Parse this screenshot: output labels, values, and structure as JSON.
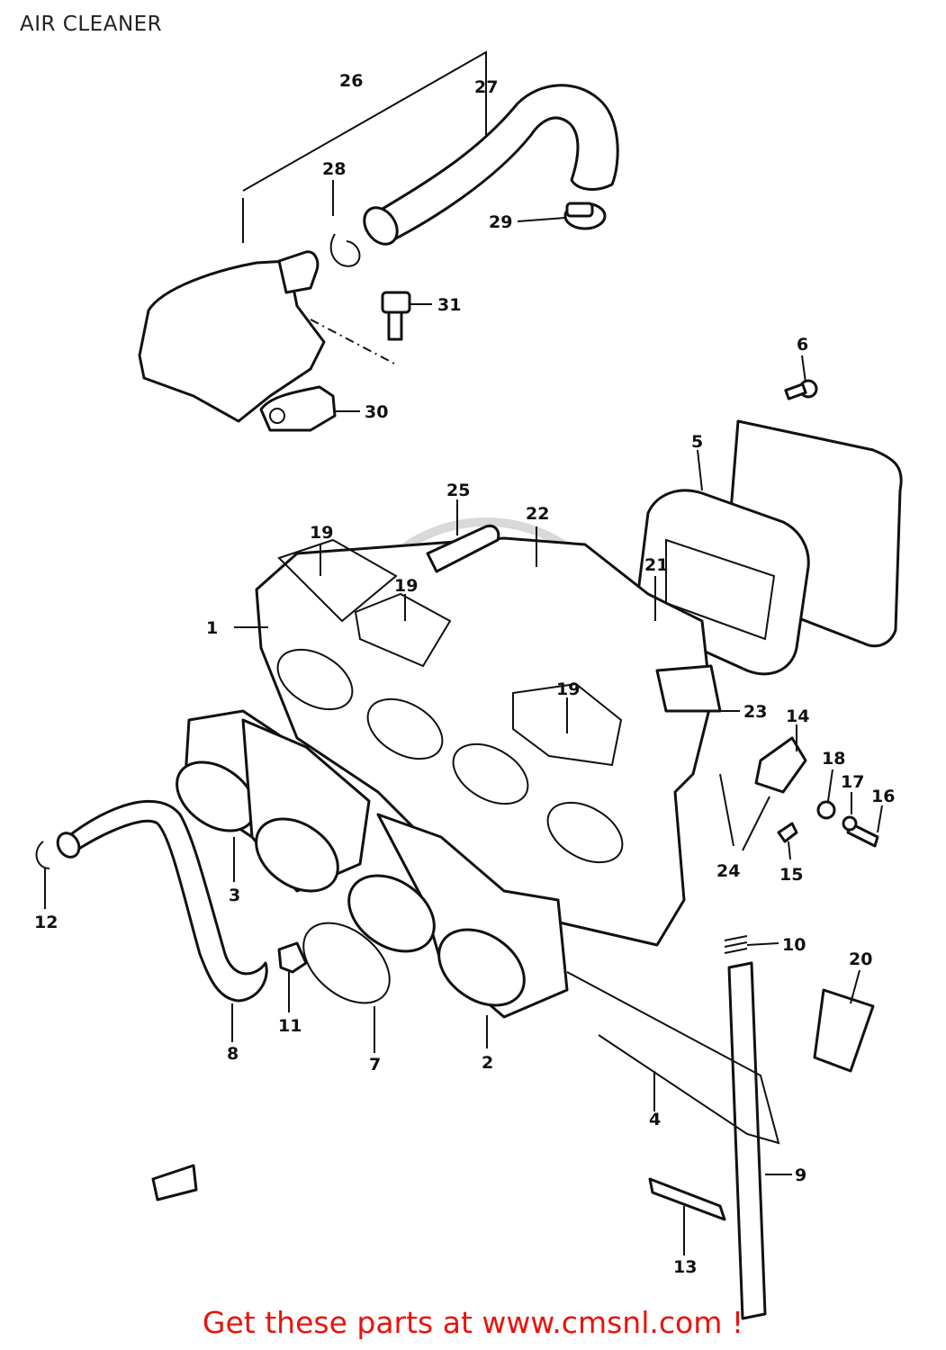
{
  "title": "AIR CLEANER",
  "footer": "Get these parts at www.cmsnl.com !",
  "colors": {
    "footer_text": "#e8140c",
    "line_art": "#111111",
    "watermark": "#d9d9d9"
  },
  "callouts": [
    {
      "key": "1",
      "label": "1"
    },
    {
      "key": "2",
      "label": "2"
    },
    {
      "key": "3",
      "label": "3"
    },
    {
      "key": "4",
      "label": "4"
    },
    {
      "key": "5",
      "label": "5"
    },
    {
      "key": "6",
      "label": "6"
    },
    {
      "key": "7",
      "label": "7"
    },
    {
      "key": "8",
      "label": "8"
    },
    {
      "key": "9",
      "label": "9"
    },
    {
      "key": "10",
      "label": "10"
    },
    {
      "key": "11",
      "label": "11"
    },
    {
      "key": "12",
      "label": "12"
    },
    {
      "key": "13",
      "label": "13"
    },
    {
      "key": "14",
      "label": "14"
    },
    {
      "key": "15",
      "label": "15"
    },
    {
      "key": "16",
      "label": "16"
    },
    {
      "key": "17",
      "label": "17"
    },
    {
      "key": "18",
      "label": "18"
    },
    {
      "key": "19a",
      "label": "19"
    },
    {
      "key": "19b",
      "label": "19"
    },
    {
      "key": "19c",
      "label": "19"
    },
    {
      "key": "20",
      "label": "20"
    },
    {
      "key": "21",
      "label": "21"
    },
    {
      "key": "22",
      "label": "22"
    },
    {
      "key": "23",
      "label": "23"
    },
    {
      "key": "24",
      "label": "24"
    },
    {
      "key": "25",
      "label": "25"
    },
    {
      "key": "26",
      "label": "26"
    },
    {
      "key": "27",
      "label": "27"
    },
    {
      "key": "28",
      "label": "28"
    },
    {
      "key": "29",
      "label": "29"
    },
    {
      "key": "30",
      "label": "30"
    },
    {
      "key": "31",
      "label": "31"
    }
  ]
}
